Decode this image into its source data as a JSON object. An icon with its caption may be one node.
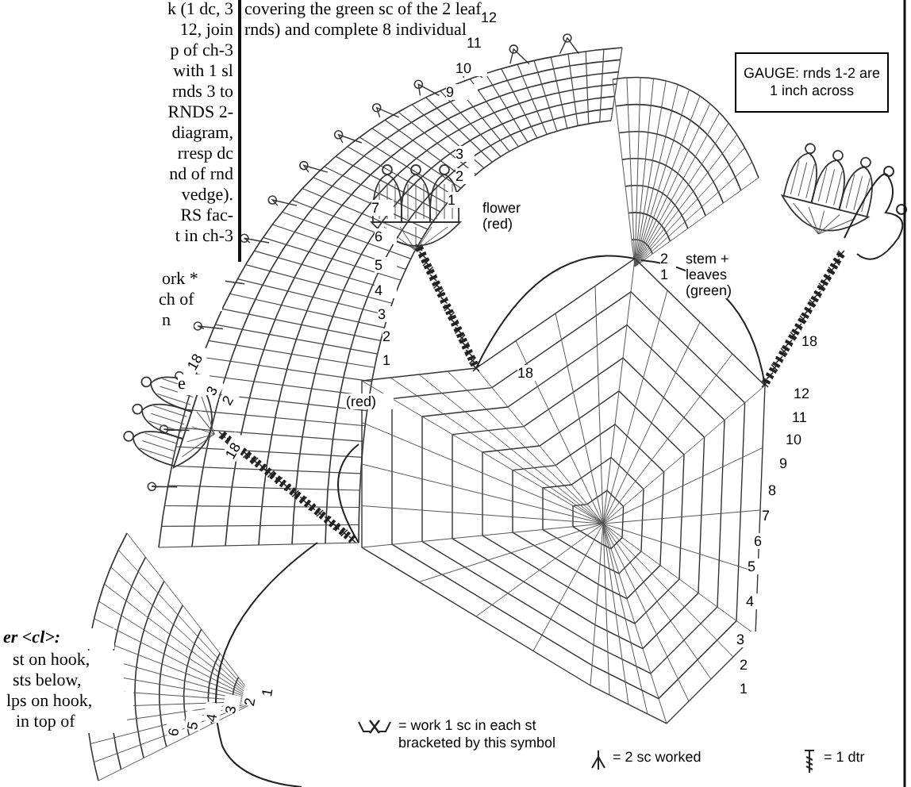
{
  "diagram": {
    "nodes": [
      {
        "text": [
          "GAUGE: rnds 1-2 are 1 inch across"
        ]
      }
    ],
    "labels": [
      "k (1 dc, 3",
      "12, join",
      "p of ch-3",
      "with 1 sl",
      "rnds 3 to",
      "RNDS 2-",
      "diagram,",
      "rresp dc",
      "nd of rnd",
      "vedge).",
      "RS fac-",
      "t in ch-3",
      "ork *",
      "ch of",
      "n",
      "e",
      "covering the green sc of the 2 leaf rnds) and complete 8 individual",
      "12",
      "11",
      "10",
      "9",
      "7",
      "6",
      "5",
      "4",
      "3",
      "2",
      "1",
      "3",
      "2",
      "1",
      "flower (red)",
      "18",
      "2",
      "1",
      "stem + leaves (green)",
      "18",
      "12",
      "11",
      "10",
      "9",
      "8",
      "7",
      "6",
      "5",
      "4",
      "3",
      "2",
      "1",
      "18",
      "3",
      "2",
      "(red)",
      "18",
      "6",
      "5",
      "4",
      "3",
      "2",
      "1",
      "er <cl>:",
      "st on hook,",
      "sts below,",
      "lps on hook,",
      "in top of"
    ],
    "legend": [
      {
        "text": "= work 1 sc in each st bracketed by this symbol"
      },
      {
        "text": "= 2 sc worked"
      },
      {
        "text": "= 1 dtr"
      }
    ]
  }
}
